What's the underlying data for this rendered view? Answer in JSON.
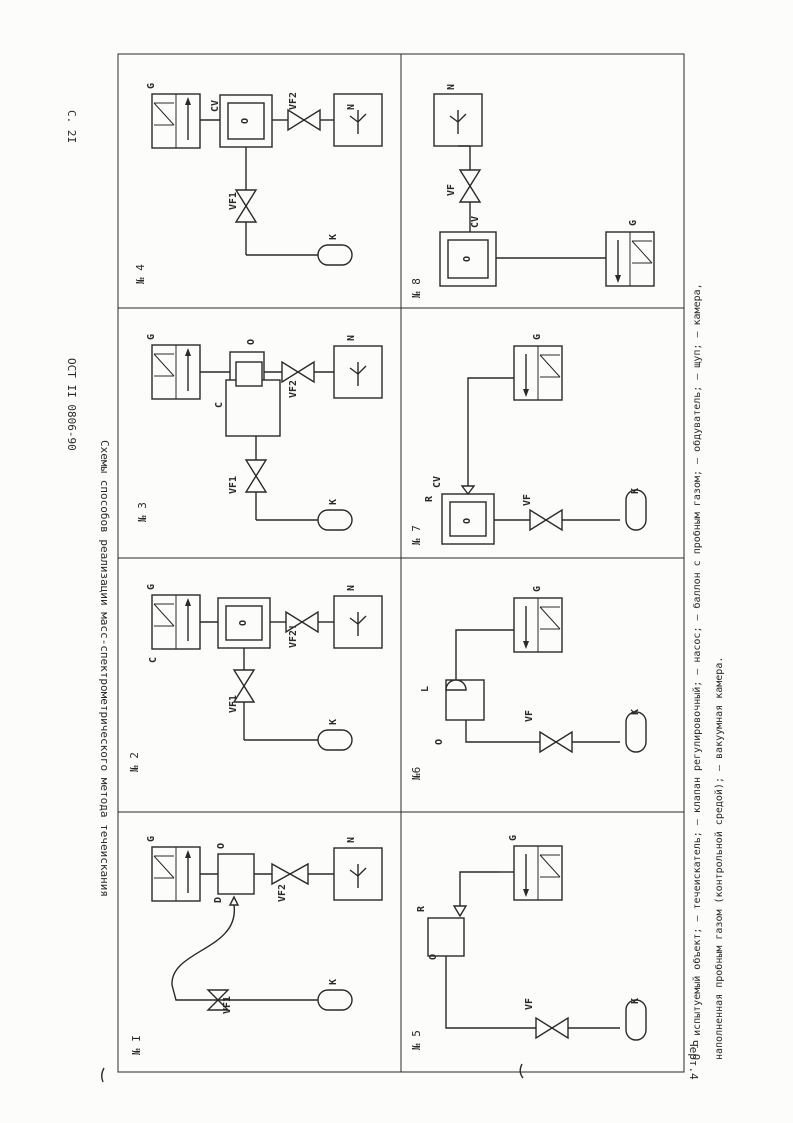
{
  "header": {
    "doc_code": "ОСТ II 0806-90",
    "page_number": "С. 2I"
  },
  "title": "Схемы способов реализации масс-спектрометрического метода течеискания",
  "figure_caption": "Черт.4",
  "legend": {
    "line1": "О – испытуемый объект;   – течеискатель;   – клапан регулировочный;   – насос;   – баллон с пробным газом;   – обдуватель;   – щуп;   – камера,",
    "line2": "наполненная пробным газом (контрольной средой);   – вакуумная камера."
  },
  "schemes": {
    "s1": {
      "label": "№ I",
      "G": "G",
      "O": "O",
      "D": "D",
      "VF2": "VF2",
      "N": "N",
      "VF1": "VF1",
      "K": "K"
    },
    "s2": {
      "label": "№ 2",
      "G": "G",
      "C": "C",
      "O": "O",
      "VF2": "VF2!",
      "N": "N",
      "VF1": "VF1",
      "K": "K"
    },
    "s3": {
      "label": "№ 3",
      "G": "G",
      "O": "O",
      "C": "C",
      "VF2": "VF2",
      "N": "N",
      "VF1": "VF1",
      "K": "K"
    },
    "s4": {
      "label": "№ 4",
      "G": "G",
      "CV": "CV",
      "O": "O",
      "VF2": "VF2",
      "N": "N",
      "VF1": "VF1",
      "K": "K"
    },
    "s5": {
      "label": "№ 5",
      "O": "O",
      "R": "R",
      "G": "G",
      "VF": "VF",
      "K": "K"
    },
    "s6": {
      "label": "№6",
      "O": "O",
      "L": "L",
      "G": "G",
      "VF": "VF",
      "K": "K"
    },
    "s7": {
      "label": "№ 7",
      "R": "R",
      "CV": "CV",
      "O": "O",
      "G": "G",
      "VF": "VF",
      "K": "K"
    },
    "s8": {
      "label": "№ 8",
      "N": "N",
      "VF": "VF",
      "CV": "CV",
      "O": "O",
      "G": "G"
    }
  }
}
